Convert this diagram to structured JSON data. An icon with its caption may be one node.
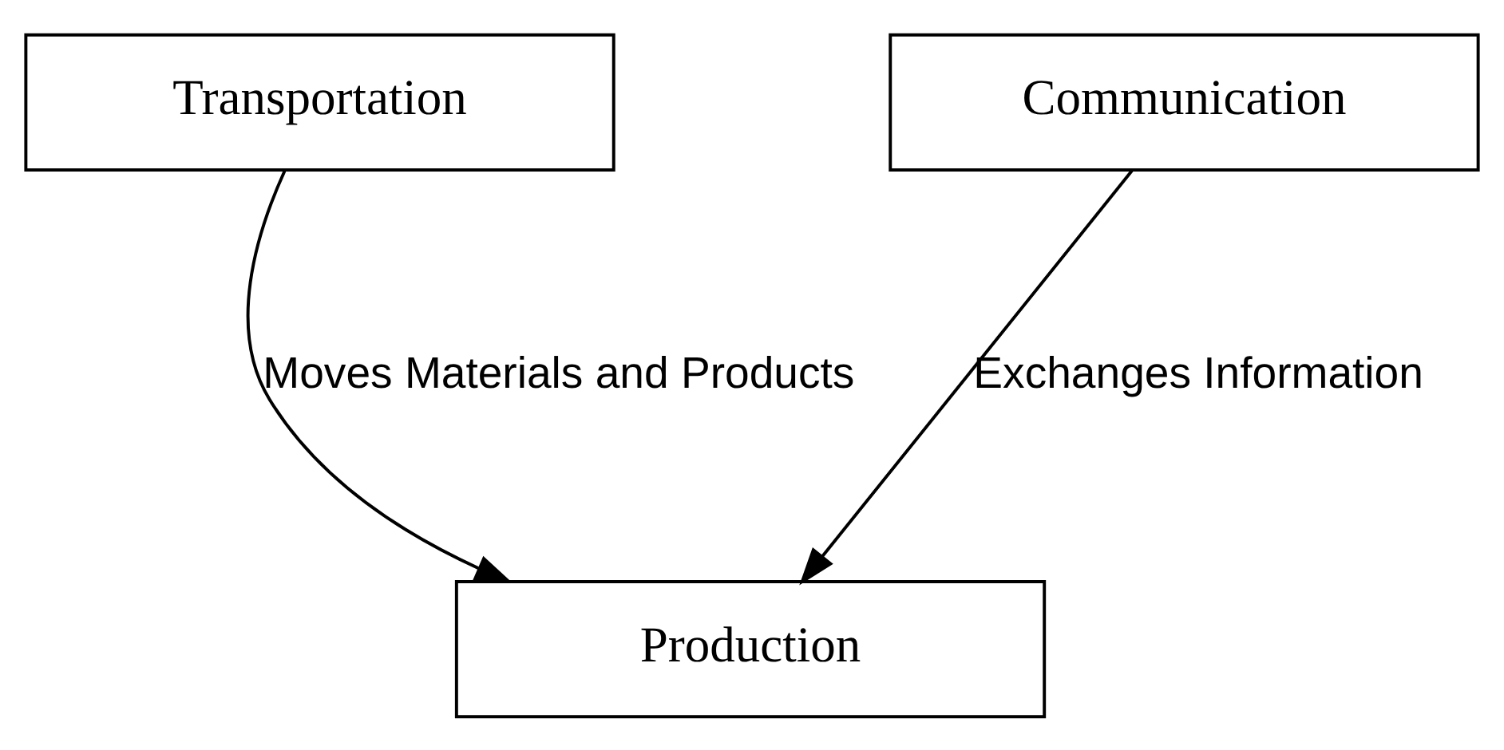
{
  "diagram": {
    "nodes": [
      {
        "text": [
          "Transportation"
        ]
      },
      {
        "text": [
          "Communication"
        ]
      },
      {
        "text": [
          "Production"
        ]
      }
    ],
    "edges": [
      {
        "from": 0,
        "to": 2,
        "arrow": "to",
        "label": "Moves Materials and Products"
      },
      {
        "from": 1,
        "to": 2,
        "arrow": "to",
        "label": "Exchanges Information"
      }
    ]
  }
}
